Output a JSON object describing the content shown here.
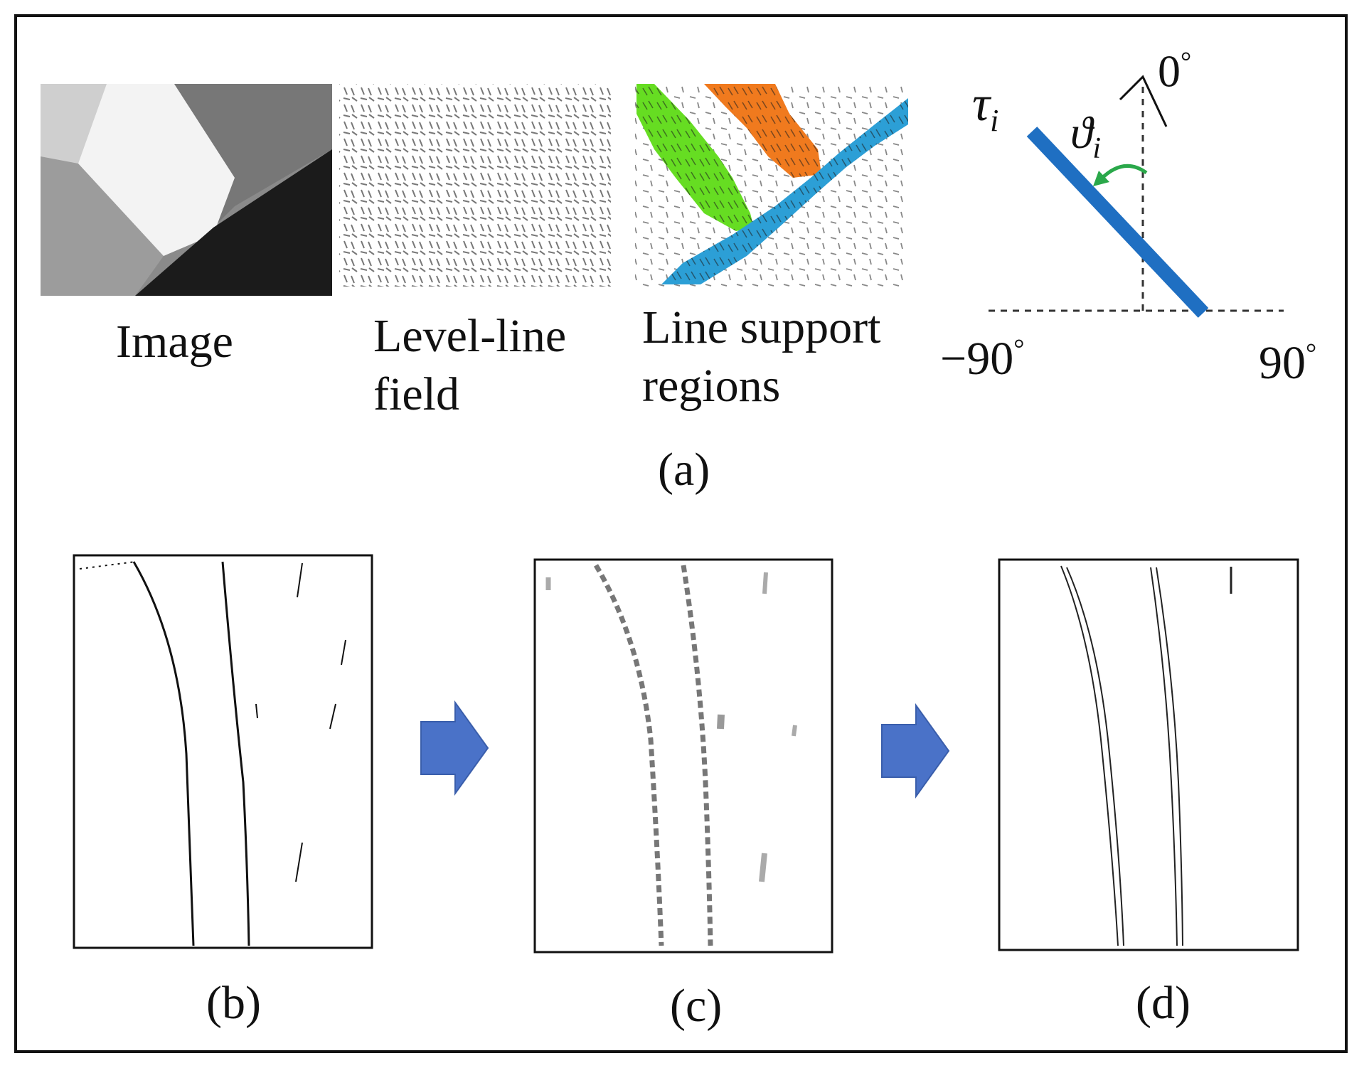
{
  "panel_a": {
    "captions": {
      "image": "Image",
      "level_line_line1": "Level-line",
      "level_line_line2": "field",
      "support_line1": "Line support",
      "support_line2": "regions"
    },
    "angle_diagram": {
      "tau": "τ",
      "tau_sub": "i",
      "theta": "ϑ",
      "theta_sub": "i",
      "zero": "0",
      "neg90": "−90",
      "pos90": "90",
      "degree_symbol": "°"
    },
    "label": "(a)"
  },
  "panel_b": {
    "label": "(b)"
  },
  "panel_c": {
    "label": "(c)"
  },
  "panel_d": {
    "label": "(d)"
  },
  "colors": {
    "line_segment": "#1f6fc2",
    "support_green": "#66dd22",
    "support_orange": "#f07a1e",
    "support_blue": "#2c9fd6",
    "rotation_arrow": "#2aa84a",
    "flow_arrow": "#4a72c8"
  }
}
